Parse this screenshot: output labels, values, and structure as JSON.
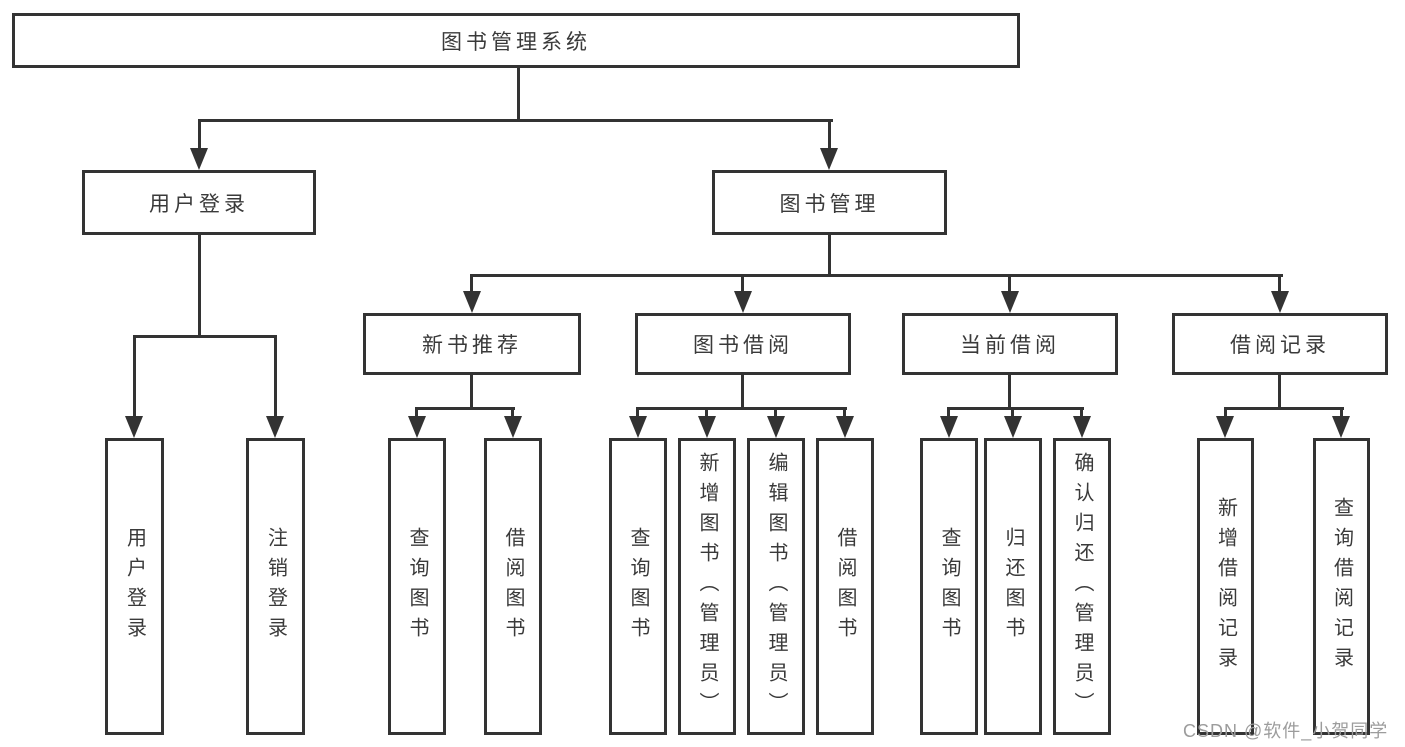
{
  "page": {
    "background": "#ffffff"
  },
  "colors": {
    "line": "#333333",
    "box_border": "#333333",
    "text": "#3a3a3a",
    "watermark_text": "#9c9c9c"
  },
  "tree": {
    "label": "图书管理系统",
    "children": [
      {
        "label": "用户登录",
        "children": [
          {
            "label": "用户登录"
          },
          {
            "label": "注销登录"
          }
        ]
      },
      {
        "label": "图书管理",
        "children": [
          {
            "label": "新书推荐",
            "children": [
              {
                "label": "查询图书"
              },
              {
                "label": "借阅图书"
              }
            ]
          },
          {
            "label": "图书借阅",
            "children": [
              {
                "label": "查询图书"
              },
              {
                "label": "新增图书（管理员）"
              },
              {
                "label": "编辑图书（管理员）"
              },
              {
                "label": "借阅图书"
              }
            ]
          },
          {
            "label": "当前借阅",
            "children": [
              {
                "label": "查询图书"
              },
              {
                "label": "归还图书"
              },
              {
                "label": "确认归还（管理员）"
              }
            ]
          },
          {
            "label": "借阅记录",
            "children": [
              {
                "label": "新增借阅记录"
              },
              {
                "label": "查询借阅记录"
              }
            ]
          }
        ]
      }
    ]
  },
  "watermark": {
    "text": "CSDN @软件_小贺同学"
  }
}
